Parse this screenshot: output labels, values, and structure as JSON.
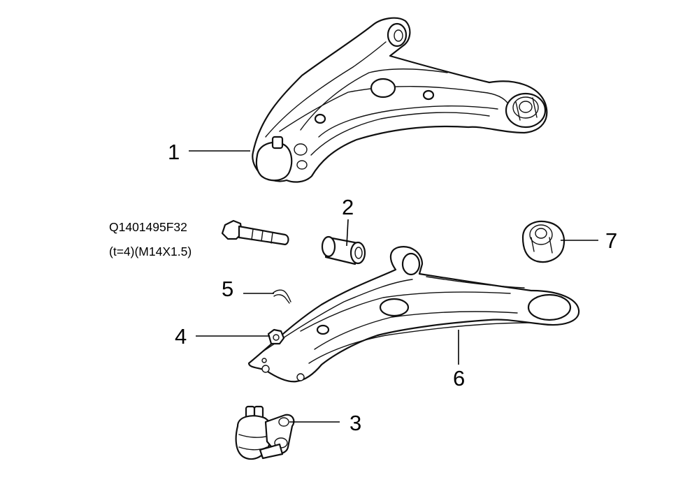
{
  "callouts": {
    "c1": "1",
    "c2": "2",
    "c3": "3",
    "c4": "4",
    "c5": "5",
    "c6": "6",
    "c7": "7"
  },
  "bolt": {
    "part_number": "Q1401495F32",
    "spec": "(t=4)(M14X1.5)"
  }
}
